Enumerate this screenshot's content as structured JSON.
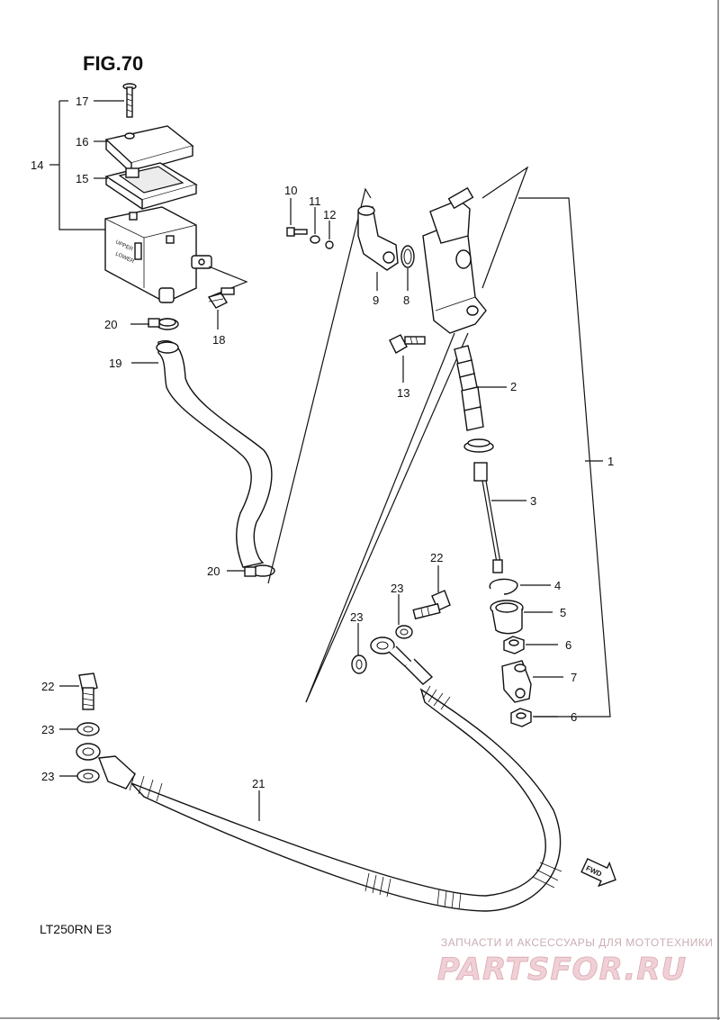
{
  "figure": {
    "title": "FIG.70",
    "model": "LT250RN  E3",
    "fwd_label": "FWD"
  },
  "watermark": {
    "tagline": "ЗАПЧАСТИ И АКСЕССУАРЫ ДЛЯ МОТОТЕХНИКИ",
    "logo": "PARTSFOR.RU"
  },
  "callouts": {
    "p1": "1",
    "p2": "2",
    "p3": "3",
    "p4": "4",
    "p5": "5",
    "p6a": "6",
    "p6b": "6",
    "p7": "7",
    "p8": "8",
    "p9": "9",
    "p10": "10",
    "p11": "11",
    "p12": "12",
    "p13": "13",
    "p14": "14",
    "p15": "15",
    "p16": "16",
    "p17": "17",
    "p18": "18",
    "p19": "19",
    "p20a": "20",
    "p20b": "20",
    "p21": "21",
    "p22a": "22",
    "p22b": "22",
    "p23a": "23",
    "p23b": "23",
    "p23c": "23",
    "p23d": "23"
  },
  "reservoir_label": {
    "upper": "UPPER",
    "lower": "LOWER"
  }
}
